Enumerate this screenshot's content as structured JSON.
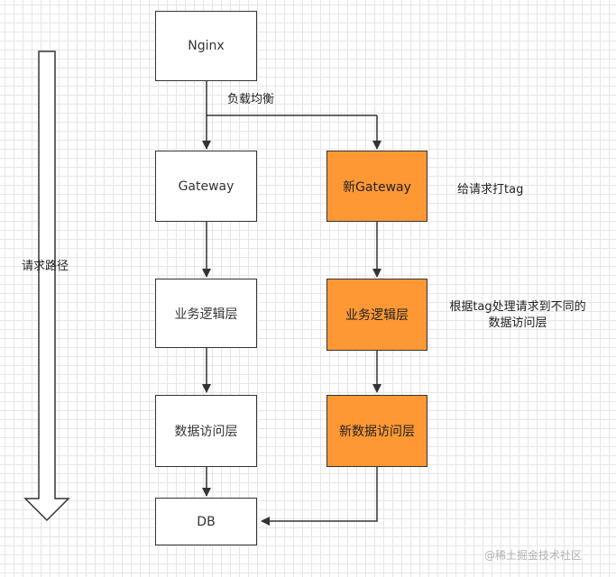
{
  "diagram": {
    "path_label": "请求路径",
    "lb_label": "负载均衡",
    "tag_note": "给请求打tag",
    "route_note": [
      "根据tag处理请求到不同的",
      "数据访问层"
    ],
    "left_column": {
      "nginx": "Nginx",
      "gateway": "Gateway",
      "biz": "业务逻辑层",
      "dal": "数据访问层",
      "db": "DB"
    },
    "right_column": {
      "gateway": "新Gateway",
      "biz": "业务逻辑层",
      "dal": "新数据访问层"
    },
    "colors": {
      "highlight": "#fd9834",
      "line": "#333333",
      "grid": "#e6e6e6"
    }
  },
  "watermark": "@稀土掘金技术社区"
}
